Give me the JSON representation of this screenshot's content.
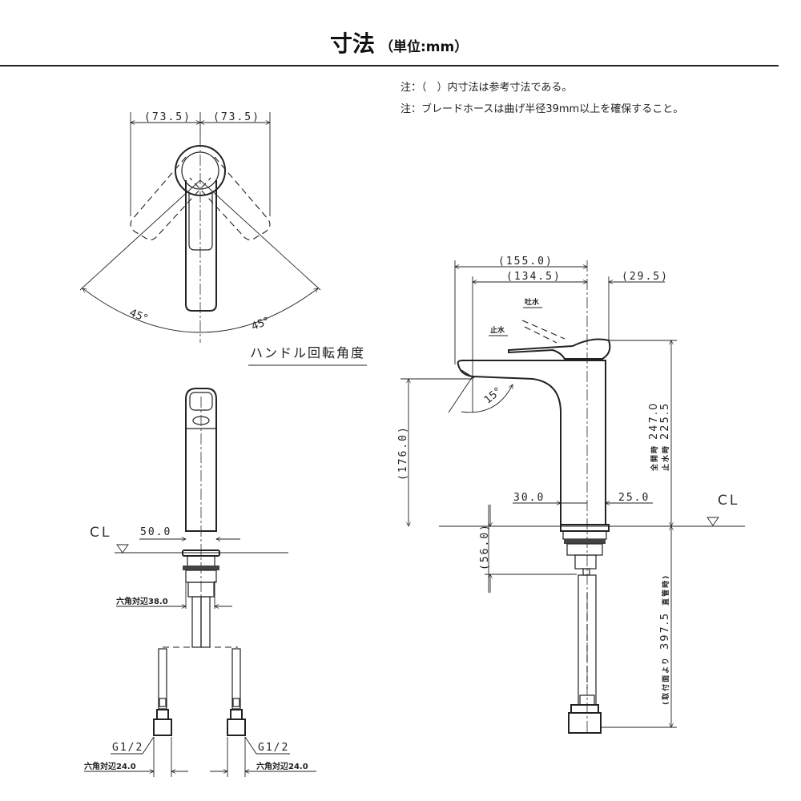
{
  "header": {
    "title": "寸法",
    "unit": "（単位:mm）"
  },
  "notes": [
    "注：（　）内寸法は参考寸法である。",
    "注：ブレードホースは曲げ半径39mm以上を確保すること。"
  ],
  "top_view": {
    "dim_left": "(73.5)",
    "dim_right": "(73.5)",
    "angle_left": "45°",
    "angle_right": "45°",
    "caption": "ハンドル回転角度"
  },
  "front_view": {
    "cl_label": "CL",
    "dim_body": "50.0",
    "dim_hex_nut": "六角対辺38.0",
    "thread_left": "G1/2",
    "thread_right": "G1/2",
    "dim_hex_left": "六角対辺24.0",
    "dim_hex_right": "六角対辺24.0"
  },
  "side_view": {
    "dim_total_length": "(155.0)",
    "dim_spout_reach": "(134.5)",
    "dim_handle": "(29.5)",
    "label_open": "吐水",
    "label_closed": "止水",
    "angle_spout": "15°",
    "dim_spout_height": "(176.0)",
    "dim_height_open": "247.0",
    "dim_height_closed": "225.5",
    "label_open_full": "全開時",
    "label_closed_full": "止水時",
    "dim_front": "30.0",
    "dim_back": "25.0",
    "cl_label": "CL",
    "dim_below_counter": "(56.0)",
    "dim_hose_prefix": "(取付面より",
    "dim_hose_length": "397.5",
    "dim_hose_suffix": "直管時)"
  }
}
